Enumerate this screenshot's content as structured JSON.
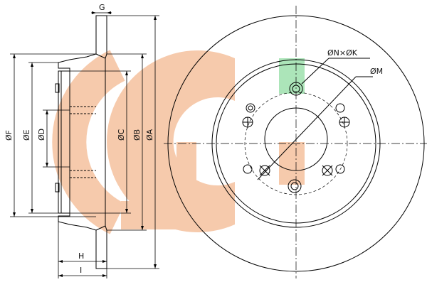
{
  "drawing": {
    "labels": {
      "G": "G",
      "H": "H",
      "I": "I",
      "A": "ØA",
      "B": "ØB",
      "C": "ØC",
      "D": "ØD",
      "E": "ØE",
      "F": "ØF",
      "NK": "ØN×ØK",
      "M": "ØM"
    },
    "watermark": {
      "orange": "#f5b98f",
      "green": "#8fd9a0",
      "description_icon": "logo-watermark"
    },
    "line_color": "#000000"
  }
}
